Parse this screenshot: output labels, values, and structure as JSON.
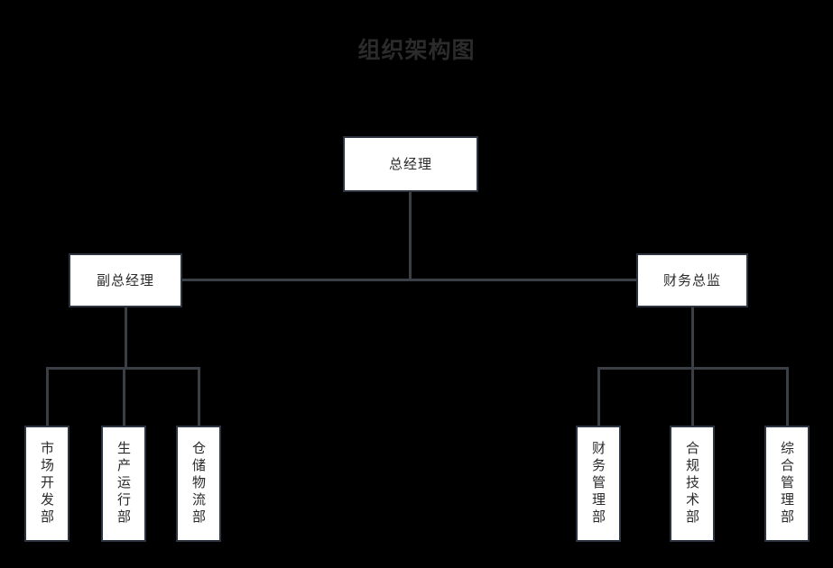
{
  "chart_data": {
    "type": "diagram",
    "diagram_kind": "org-chart",
    "title": "组织架构图",
    "orientation": "top-down",
    "colors": {
      "background": "#000000",
      "node_fill": "#ffffff",
      "node_border": "#2b3440",
      "node_text": "#2b2b2b",
      "connector": "#3a3f46",
      "title_text": "#2b2b2b"
    },
    "nodes": [
      {
        "id": "n0",
        "label": "总经理",
        "rank": 1,
        "parent": null,
        "text_direction": "horizontal"
      },
      {
        "id": "n1",
        "label": "副总经理",
        "rank": 2,
        "parent": "n0",
        "text_direction": "horizontal"
      },
      {
        "id": "n2",
        "label": "财务总监",
        "rank": 2,
        "parent": "n0",
        "text_direction": "horizontal"
      },
      {
        "id": "n3",
        "label": "市场开发部",
        "rank": 3,
        "parent": "n1",
        "text_direction": "vertical"
      },
      {
        "id": "n4",
        "label": "生产运行部",
        "rank": 3,
        "parent": "n1",
        "text_direction": "vertical"
      },
      {
        "id": "n5",
        "label": "仓储物流部",
        "rank": 3,
        "parent": "n1",
        "text_direction": "vertical"
      },
      {
        "id": "n6",
        "label": "财务管理部",
        "rank": 3,
        "parent": "n2",
        "text_direction": "vertical"
      },
      {
        "id": "n7",
        "label": "合规技术部",
        "rank": 3,
        "parent": "n2",
        "text_direction": "vertical"
      },
      {
        "id": "n8",
        "label": "综合管理部",
        "rank": 3,
        "parent": "n2",
        "text_direction": "vertical"
      }
    ],
    "edges": [
      {
        "from": "n0",
        "to": "n1"
      },
      {
        "from": "n0",
        "to": "n2"
      },
      {
        "from": "n1",
        "to": "n3"
      },
      {
        "from": "n1",
        "to": "n4"
      },
      {
        "from": "n1",
        "to": "n5"
      },
      {
        "from": "n2",
        "to": "n6"
      },
      {
        "from": "n2",
        "to": "n7"
      },
      {
        "from": "n2",
        "to": "n8"
      }
    ]
  },
  "title": {
    "text": "组织架构图"
  },
  "level1": {
    "gm": {
      "label": "总经理"
    }
  },
  "level2": {
    "deputy_gm": {
      "label": "副总经理"
    },
    "finance_director": {
      "label": "财务总监"
    }
  },
  "level3_left": [
    {
      "label": "市场开发部"
    },
    {
      "label": "生产运行部"
    },
    {
      "label": "仓储物流部"
    }
  ],
  "level3_right": [
    {
      "label": "财务管理部"
    },
    {
      "label": "合规技术部"
    },
    {
      "label": "综合管理部"
    }
  ]
}
